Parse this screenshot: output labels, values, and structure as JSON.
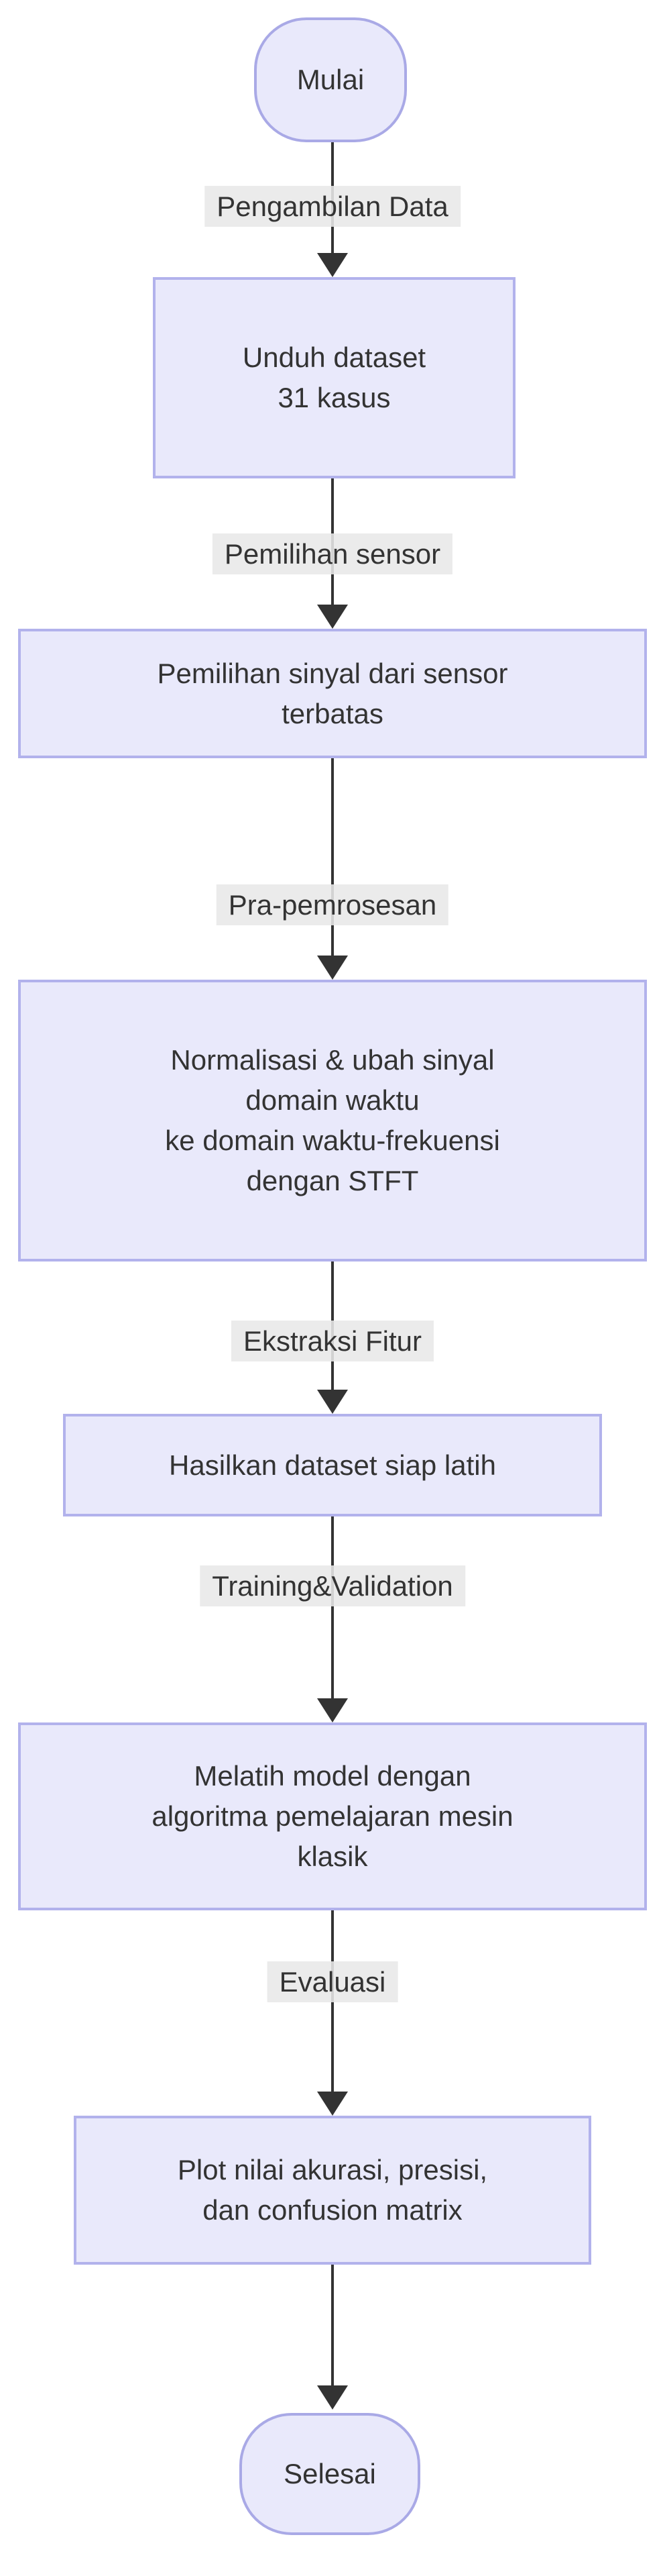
{
  "diagram": {
    "type": "flowchart",
    "direction": "top-down",
    "colors": {
      "background": "#ffffff",
      "node_fill": "#e9e9fb",
      "node_border": "#b2b2ec",
      "stadium_border": "#a9a9e6",
      "edge_label_bg": "#e8e8e8",
      "text": "#333333",
      "line": "#333333"
    },
    "nodes": [
      {
        "id": "start",
        "shape": "stadium",
        "label": "Mulai"
      },
      {
        "id": "download",
        "shape": "rect",
        "label": "Unduh dataset\n31 kasus"
      },
      {
        "id": "select",
        "shape": "rect",
        "label": "Pemilihan sinyal dari sensor\nterbatas"
      },
      {
        "id": "preprocess",
        "shape": "rect",
        "label": "Normalisasi & ubah sinyal\ndomain waktu\nke domain waktu-frekuensi\ndengan STFT"
      },
      {
        "id": "dataset",
        "shape": "rect",
        "label": "Hasilkan dataset siap latih"
      },
      {
        "id": "train",
        "shape": "rect",
        "label": "Melatih model dengan\nalgoritma pemelajaran mesin\nklasik"
      },
      {
        "id": "plot",
        "shape": "rect",
        "label": "Plot nilai akurasi, presisi,\ndan confusion matrix"
      },
      {
        "id": "end",
        "shape": "stadium",
        "label": "Selesai"
      }
    ],
    "edges": [
      {
        "from": "start",
        "to": "download",
        "label": "Pengambilan Data"
      },
      {
        "from": "download",
        "to": "select",
        "label": "Pemilihan sensor"
      },
      {
        "from": "select",
        "to": "preprocess",
        "label": "Pra-pemrosesan"
      },
      {
        "from": "preprocess",
        "to": "dataset",
        "label": "Ekstraksi Fitur"
      },
      {
        "from": "dataset",
        "to": "train",
        "label": "Training&Validation"
      },
      {
        "from": "train",
        "to": "plot",
        "label": "Evaluasi"
      },
      {
        "from": "plot",
        "to": "end",
        "label": ""
      }
    ]
  }
}
